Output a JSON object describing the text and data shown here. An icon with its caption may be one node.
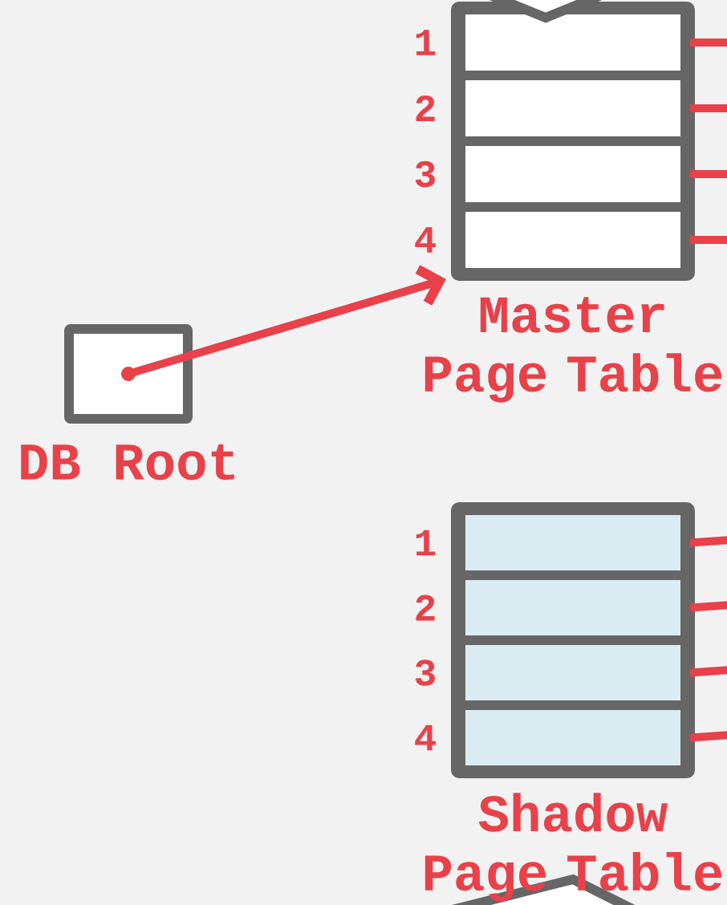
{
  "diagram": {
    "nodes": [
      {
        "text": [
          "DB Root"
        ]
      },
      {
        "text": [
          "Master Page Table"
        ]
      },
      {
        "text": [],
        "shape": "box",
        "in": 1,
        "beside": [
          "1"
        ]
      },
      {
        "text": [],
        "shape": "box",
        "in": 1,
        "beside": [
          "2"
        ]
      },
      {
        "text": [],
        "shape": "box",
        "in": 1,
        "beside": [
          "3"
        ]
      },
      {
        "text": [],
        "shape": "box",
        "in": 1,
        "beside": [
          "4"
        ]
      },
      {
        "text": [
          "Shadow Page Table"
        ]
      },
      {
        "text": [],
        "shape": "box",
        "in": 6,
        "beside": [
          "1"
        ]
      },
      {
        "text": [],
        "shape": "box",
        "in": 6,
        "beside": [
          "2"
        ]
      },
      {
        "text": [],
        "shape": "box",
        "in": 6,
        "beside": [
          "3"
        ]
      },
      {
        "text": [],
        "shape": "box",
        "in": 6,
        "beside": [
          "4"
        ]
      }
    ],
    "edges": [
      {
        "from": 0,
        "to": 1,
        "arrow": "to"
      },
      {
        "from": 2,
        "to": null,
        "arrow": "none"
      },
      {
        "from": 3,
        "to": null,
        "arrow": "none"
      },
      {
        "from": 4,
        "to": null,
        "arrow": "none"
      },
      {
        "from": 5,
        "to": null,
        "arrow": "none"
      },
      {
        "from": 7,
        "to": null,
        "arrow": "none"
      },
      {
        "from": 8,
        "to": null,
        "arrow": "none"
      },
      {
        "from": 9,
        "to": null,
        "arrow": "none"
      },
      {
        "from": 10,
        "to": null,
        "arrow": "none"
      }
    ]
  }
}
